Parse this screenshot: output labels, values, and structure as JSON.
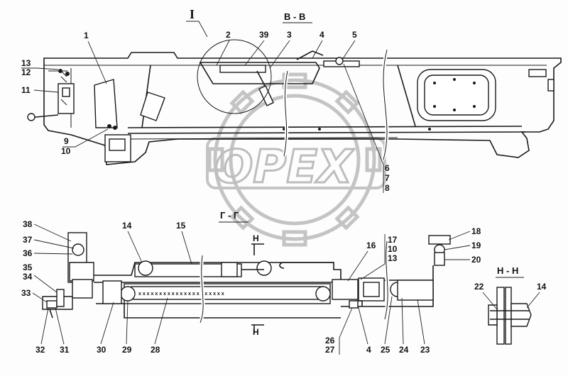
{
  "sections": {
    "bb": "В - В",
    "gg": "Г - Г",
    "nn": "Н - Н",
    "view_I": "I",
    "cut_mark": "Н"
  },
  "watermark": {
    "text": "OPEX"
  },
  "callouts_top": [
    "1",
    "2",
    "39",
    "3",
    "4",
    "5",
    "13",
    "12",
    "11",
    "9",
    "10",
    "6",
    "7",
    "8"
  ],
  "callouts_bottom": [
    "38",
    "37",
    "36",
    "35",
    "34",
    "33",
    "32",
    "31",
    "30",
    "29",
    "28",
    "14",
    "15",
    "16",
    "17",
    "10",
    "13",
    "18",
    "19",
    "20",
    "26",
    "27",
    "4",
    "25",
    "24",
    "23",
    "22",
    "14"
  ],
  "colors": {
    "line": "#1a1a1a",
    "watermark": "#c4c4c4"
  }
}
